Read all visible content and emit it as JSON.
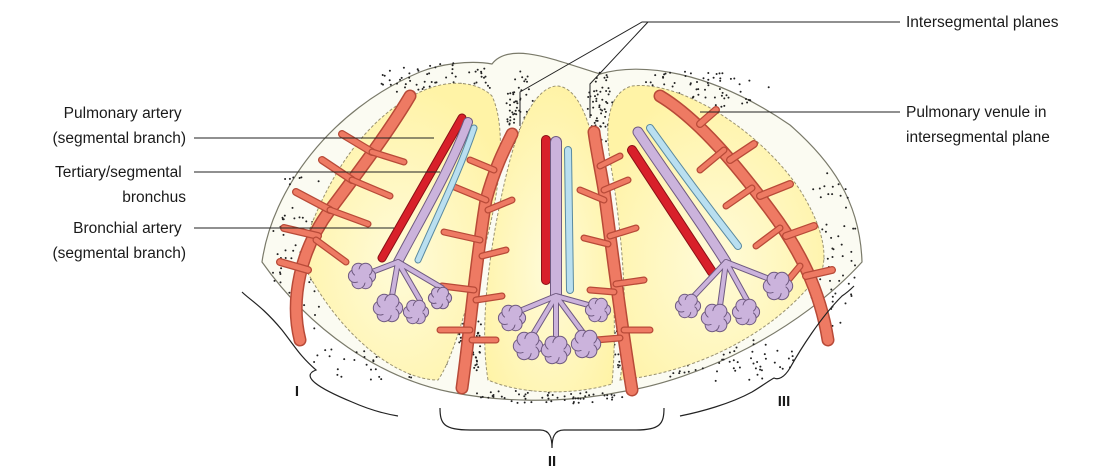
{
  "labels": {
    "pulmonary_artery": [
      "Pulmonary artery",
      "(segmental branch)"
    ],
    "tertiary_bronchus": [
      "Tertiary/segmental",
      "bronchus"
    ],
    "bronchial_artery": [
      "Bronchial artery",
      "(segmental branch)"
    ],
    "intersegmental_planes": "Intersegmental planes",
    "pulmonary_venule": [
      "Pulmonary venule in",
      "intersegmental plane"
    ]
  },
  "segments": [
    "I",
    "II",
    "III"
  ],
  "colors": {
    "segment_fill": "#fff6b8",
    "tissue_fill": "#fbfbf2",
    "venule": "#ee7a63",
    "venule_edge": "#b84a38",
    "bronchus": "#cbb3dc",
    "bronchus_edge": "#6f5a80",
    "bronchial_artery": "#d8202a",
    "pulmonary_artery": "#b9dff0"
  }
}
